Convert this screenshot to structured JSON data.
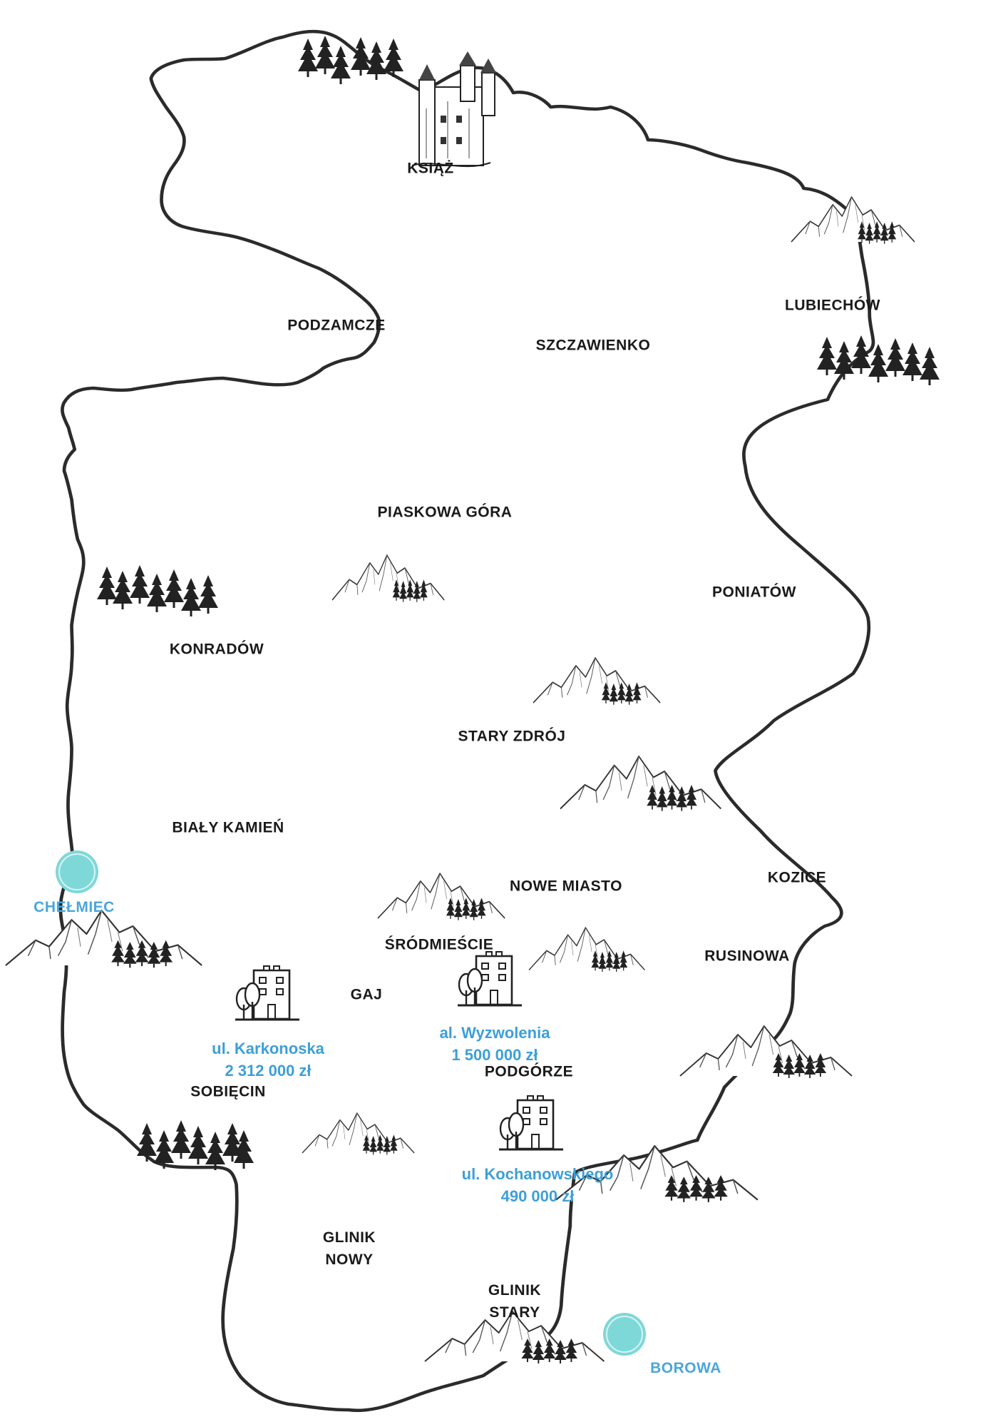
{
  "map": {
    "colors": {
      "border": "#2b2b2b",
      "district_text": "#1a1a1a",
      "village_text": "#4aa6da",
      "listing_text": "#3d9fd8",
      "marker_fill": "#7fd8d8",
      "marker_ring": "#bdecec"
    },
    "districts": [
      {
        "id": "ksiaz",
        "label": "KSIĄŻ"
      },
      {
        "id": "podzamcze",
        "label": "PODZAMCZE"
      },
      {
        "id": "szczawienko",
        "label": "SZCZAWIENKO"
      },
      {
        "id": "lubiechow",
        "label": "LUBIECHÓW"
      },
      {
        "id": "piaskowa-gora",
        "label": "PIASKOWA GÓRA"
      },
      {
        "id": "poniatow",
        "label": "PONIATÓW"
      },
      {
        "id": "konradow",
        "label": "KONRADÓW"
      },
      {
        "id": "stary-zdroj",
        "label": "STARY ZDRÓJ"
      },
      {
        "id": "bialy-kamien",
        "label": "BIAŁY KAMIEŃ"
      },
      {
        "id": "kozice",
        "label": "KOZICE"
      },
      {
        "id": "nowe-miasto",
        "label": "NOWE MIASTO"
      },
      {
        "id": "srodmiescie",
        "label": "ŚRÓDMIEŚCIE"
      },
      {
        "id": "rusinowa",
        "label": "RUSINOWA"
      },
      {
        "id": "gaj",
        "label": "GAJ"
      },
      {
        "id": "podgorze",
        "label": "PODGÓRZE"
      },
      {
        "id": "sobiecin",
        "label": "SOBIĘCIN"
      },
      {
        "id": "glinik-nowy",
        "label": "GLINIK NOWY"
      },
      {
        "id": "glinik-stary",
        "label": "GLINIK STARY"
      }
    ],
    "villages": [
      {
        "id": "chelmiec",
        "label": "CHEŁMIEC"
      },
      {
        "id": "borowa",
        "label": "BOROWA"
      }
    ],
    "listings": [
      {
        "id": "karkonoska",
        "street": "ul. Karkonoska",
        "price": "2 312 000 zł",
        "icon": "apartment-building-icon"
      },
      {
        "id": "wyzwolenia",
        "street": "al. Wyzwolenia",
        "price": "1 500 000 zł",
        "icon": "apartment-building-icon"
      },
      {
        "id": "kochanowskiego",
        "street": "ul. Kochanowskiego",
        "price": "490 000 zł",
        "icon": "apartment-building-icon"
      }
    ],
    "decorations": {
      "mountains": "mountain-range-icon",
      "forest": "pine-forest-icon",
      "castle": "castle-icon"
    }
  }
}
